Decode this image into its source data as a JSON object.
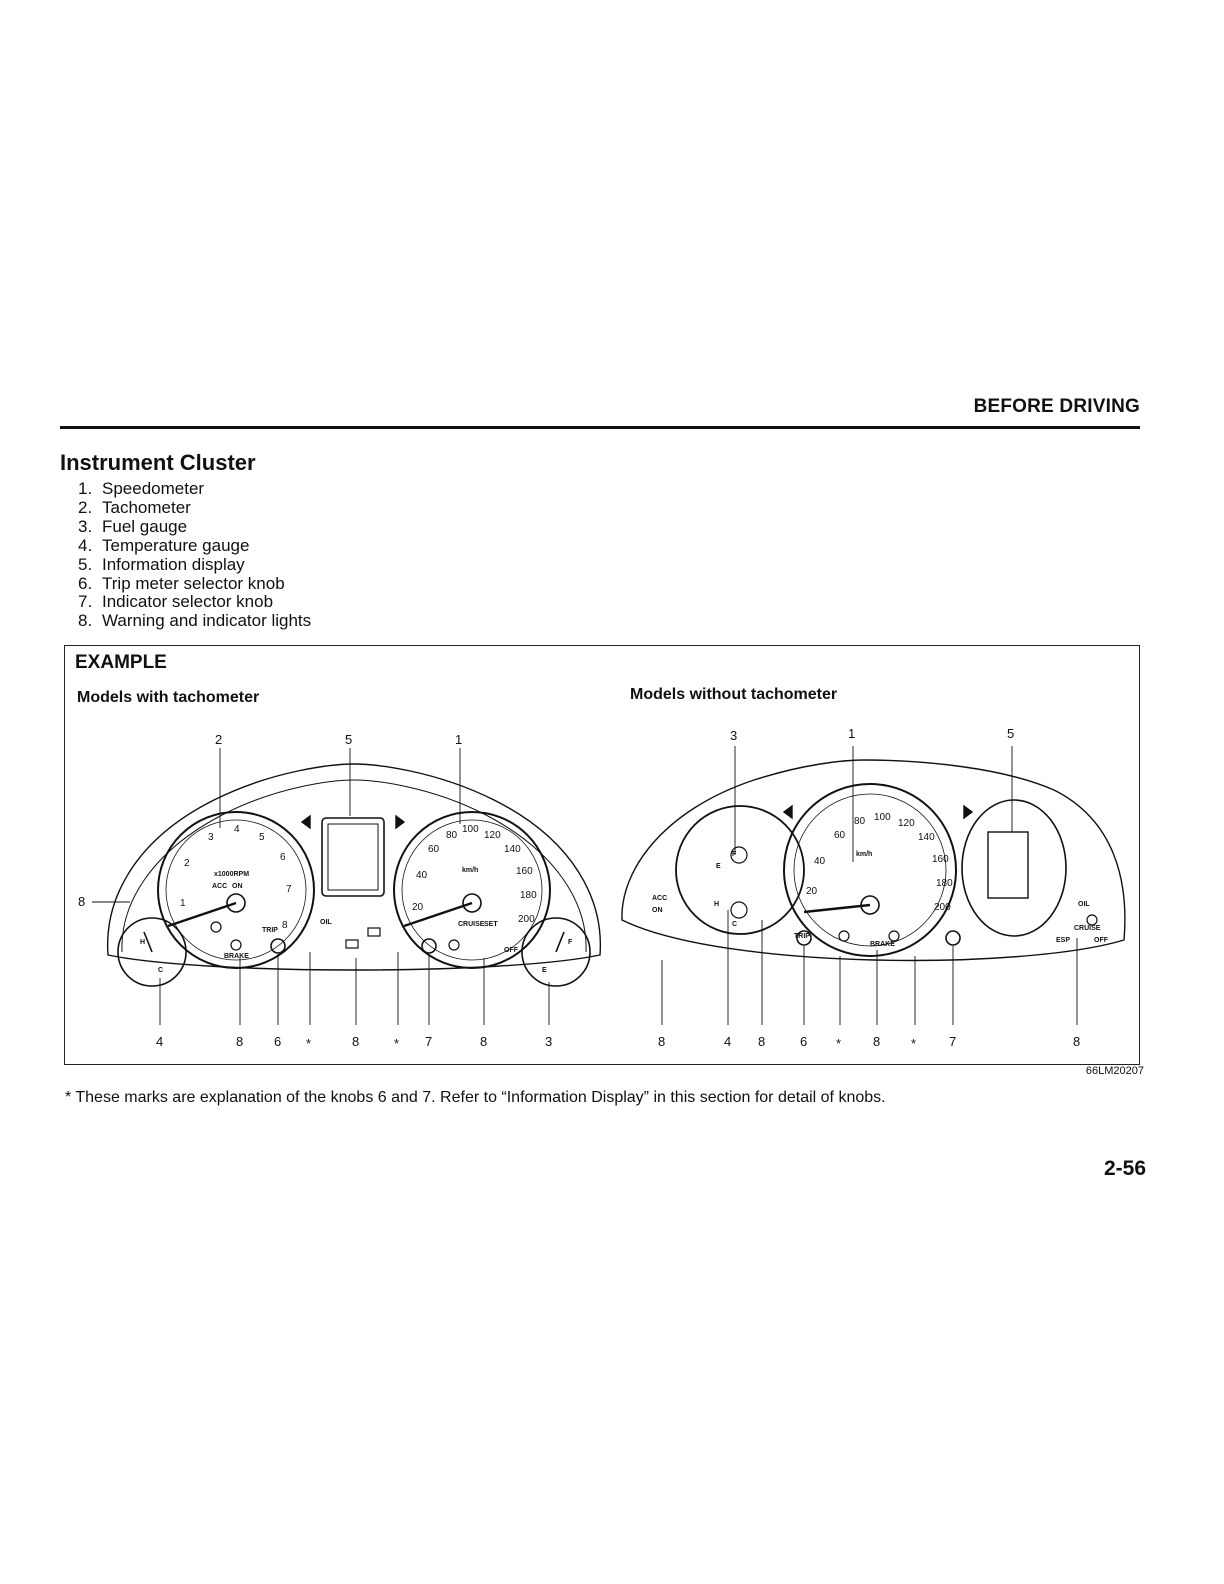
{
  "header": {
    "section": "BEFORE DRIVING"
  },
  "title": "Instrument Cluster",
  "legend": [
    {
      "num": "1.",
      "label": "Speedometer"
    },
    {
      "num": "2.",
      "label": "Tachometer"
    },
    {
      "num": "3.",
      "label": "Fuel gauge"
    },
    {
      "num": "4.",
      "label": "Temperature gauge"
    },
    {
      "num": "5.",
      "label": "Information display"
    },
    {
      "num": "6.",
      "label": "Trip meter selector knob"
    },
    {
      "num": "7.",
      "label": "Indicator selector knob"
    },
    {
      "num": "8.",
      "label": "Warning and indicator lights"
    }
  ],
  "example": {
    "title": "EXAMPLE",
    "left_caption": "Models with tachometer",
    "right_caption": "Models without tachometer",
    "figure_code": "66LM20207",
    "left_top_callouts": [
      "2",
      "5",
      "1"
    ],
    "left_side_callout": "8",
    "left_bottom_callouts": [
      "4",
      "8",
      "6",
      "*",
      "8",
      "*",
      "7",
      "8",
      "3"
    ],
    "right_top_callouts": [
      "3",
      "1",
      "5"
    ],
    "right_bottom_callouts": [
      "8",
      "4",
      "8",
      "6",
      "*",
      "8",
      "*",
      "7",
      "8"
    ],
    "tach_labels": [
      "1",
      "2",
      "3",
      "4",
      "5",
      "6",
      "7",
      "8"
    ],
    "tach_unit": "x1000RPM",
    "speedo_labels_left": [
      "20",
      "40",
      "60",
      "80",
      "100",
      "120",
      "140",
      "160",
      "180",
      "200"
    ],
    "speedo_labels_right": [
      "20",
      "40",
      "60",
      "80",
      "100",
      "120",
      "140",
      "160",
      "180",
      "200"
    ],
    "speed_unit": "km/h",
    "indicator_texts": {
      "acc": "ACC",
      "on": "ON",
      "trip": "TRIP",
      "brake": "BRAKE",
      "cruise": "CRUISE",
      "set": "SET",
      "esp": "ESP",
      "oil": "OIL",
      "off": "OFF",
      "fuel_f": "F",
      "fuel_e": "E",
      "temp_h": "H",
      "temp_c": "C"
    }
  },
  "footnote": "* These marks are explanation of the knobs 6 and 7. Refer to “Information Display” in this section for detail of knobs.",
  "page_number": "2-56"
}
